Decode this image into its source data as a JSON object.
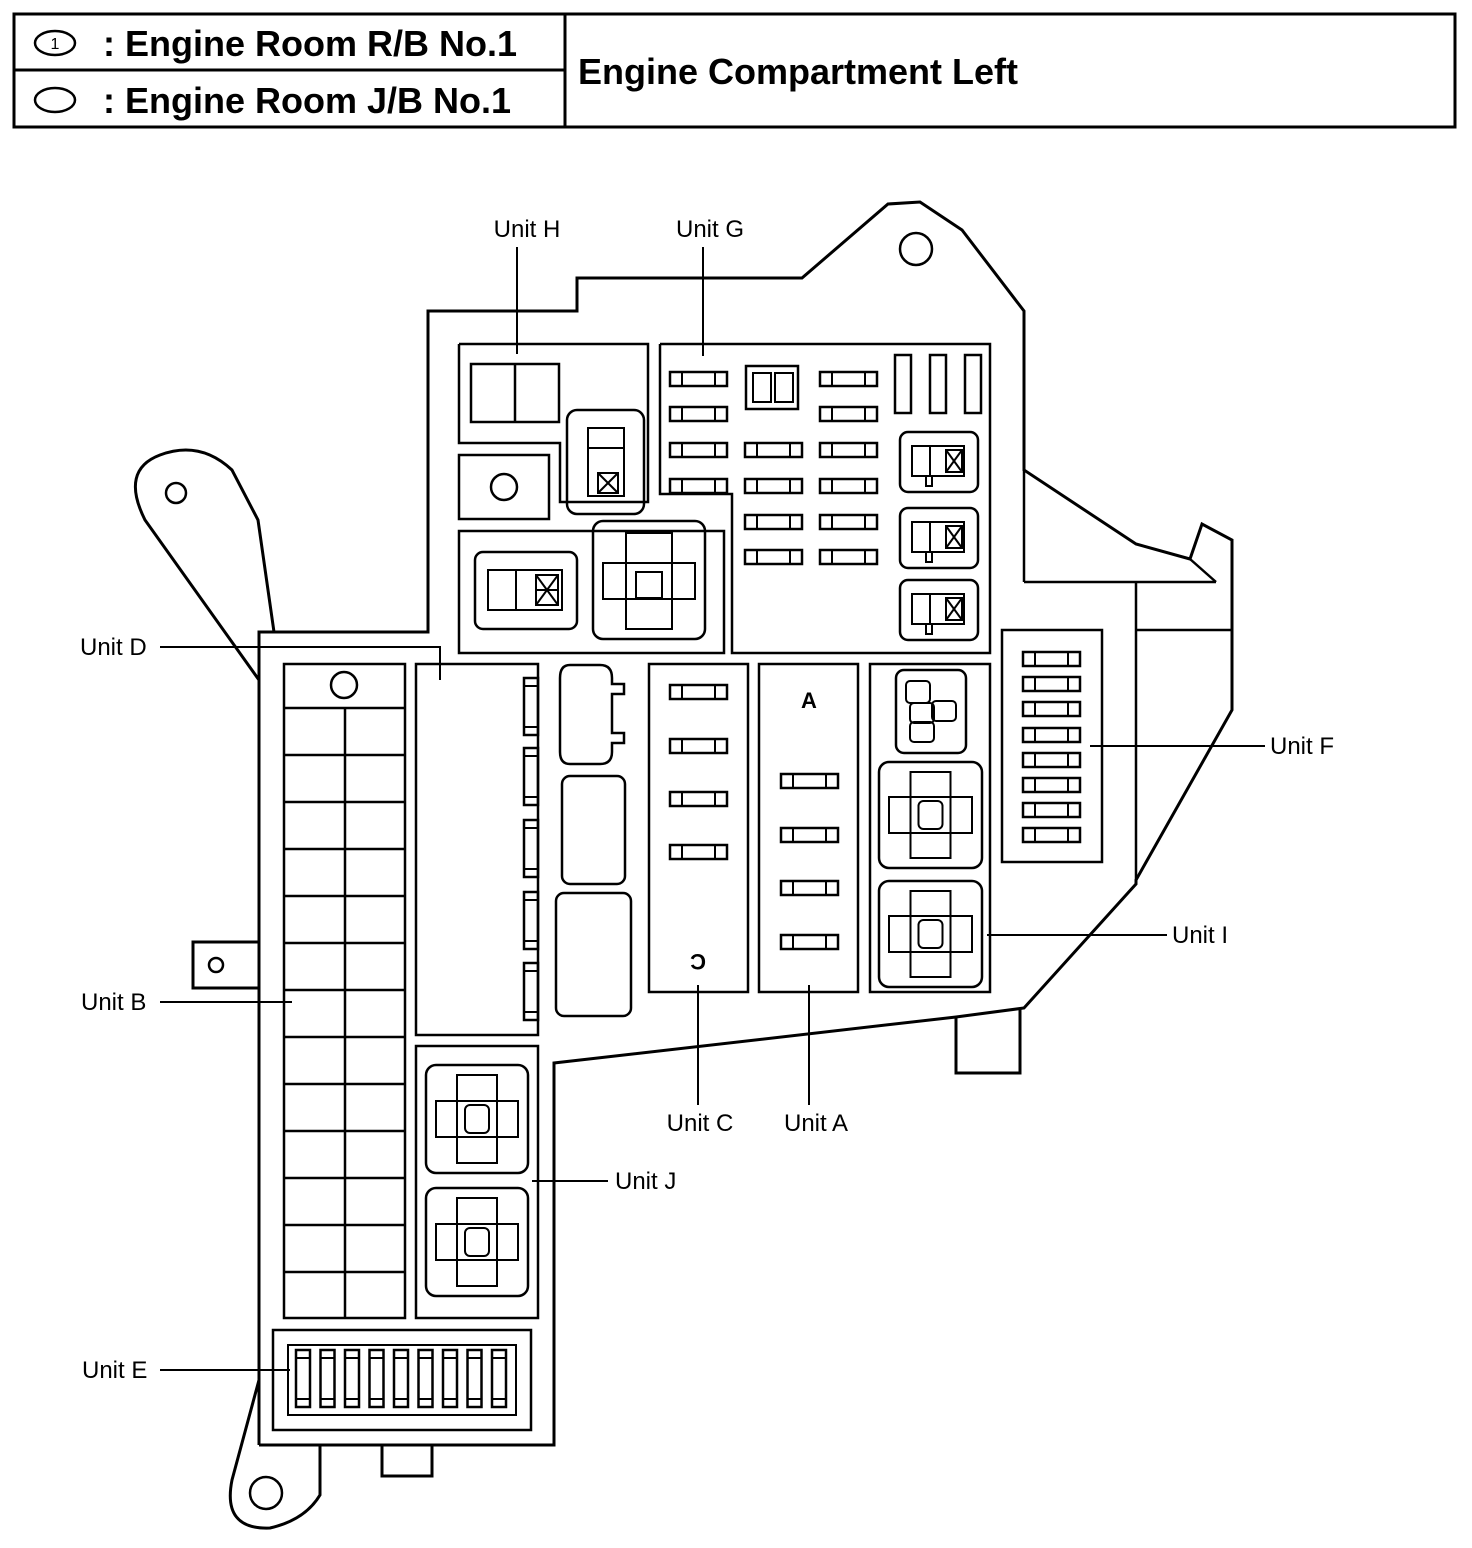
{
  "legend": {
    "row1_symbol_text": "1",
    "row1_text": ": Engine Room R/B No.1",
    "row2_text": ": Engine Room J/B No.1",
    "location": "Engine Compartment Left"
  },
  "units": {
    "unit_h": "Unit H",
    "unit_g": "Unit G",
    "unit_d": "Unit D",
    "unit_f": "Unit F",
    "unit_b": "Unit B",
    "unit_i": "Unit I",
    "unit_c": "Unit C",
    "unit_a": "Unit A",
    "unit_j": "Unit J",
    "unit_e": "Unit E"
  },
  "block_marks": {
    "block_a": "A",
    "block_c": "C"
  }
}
